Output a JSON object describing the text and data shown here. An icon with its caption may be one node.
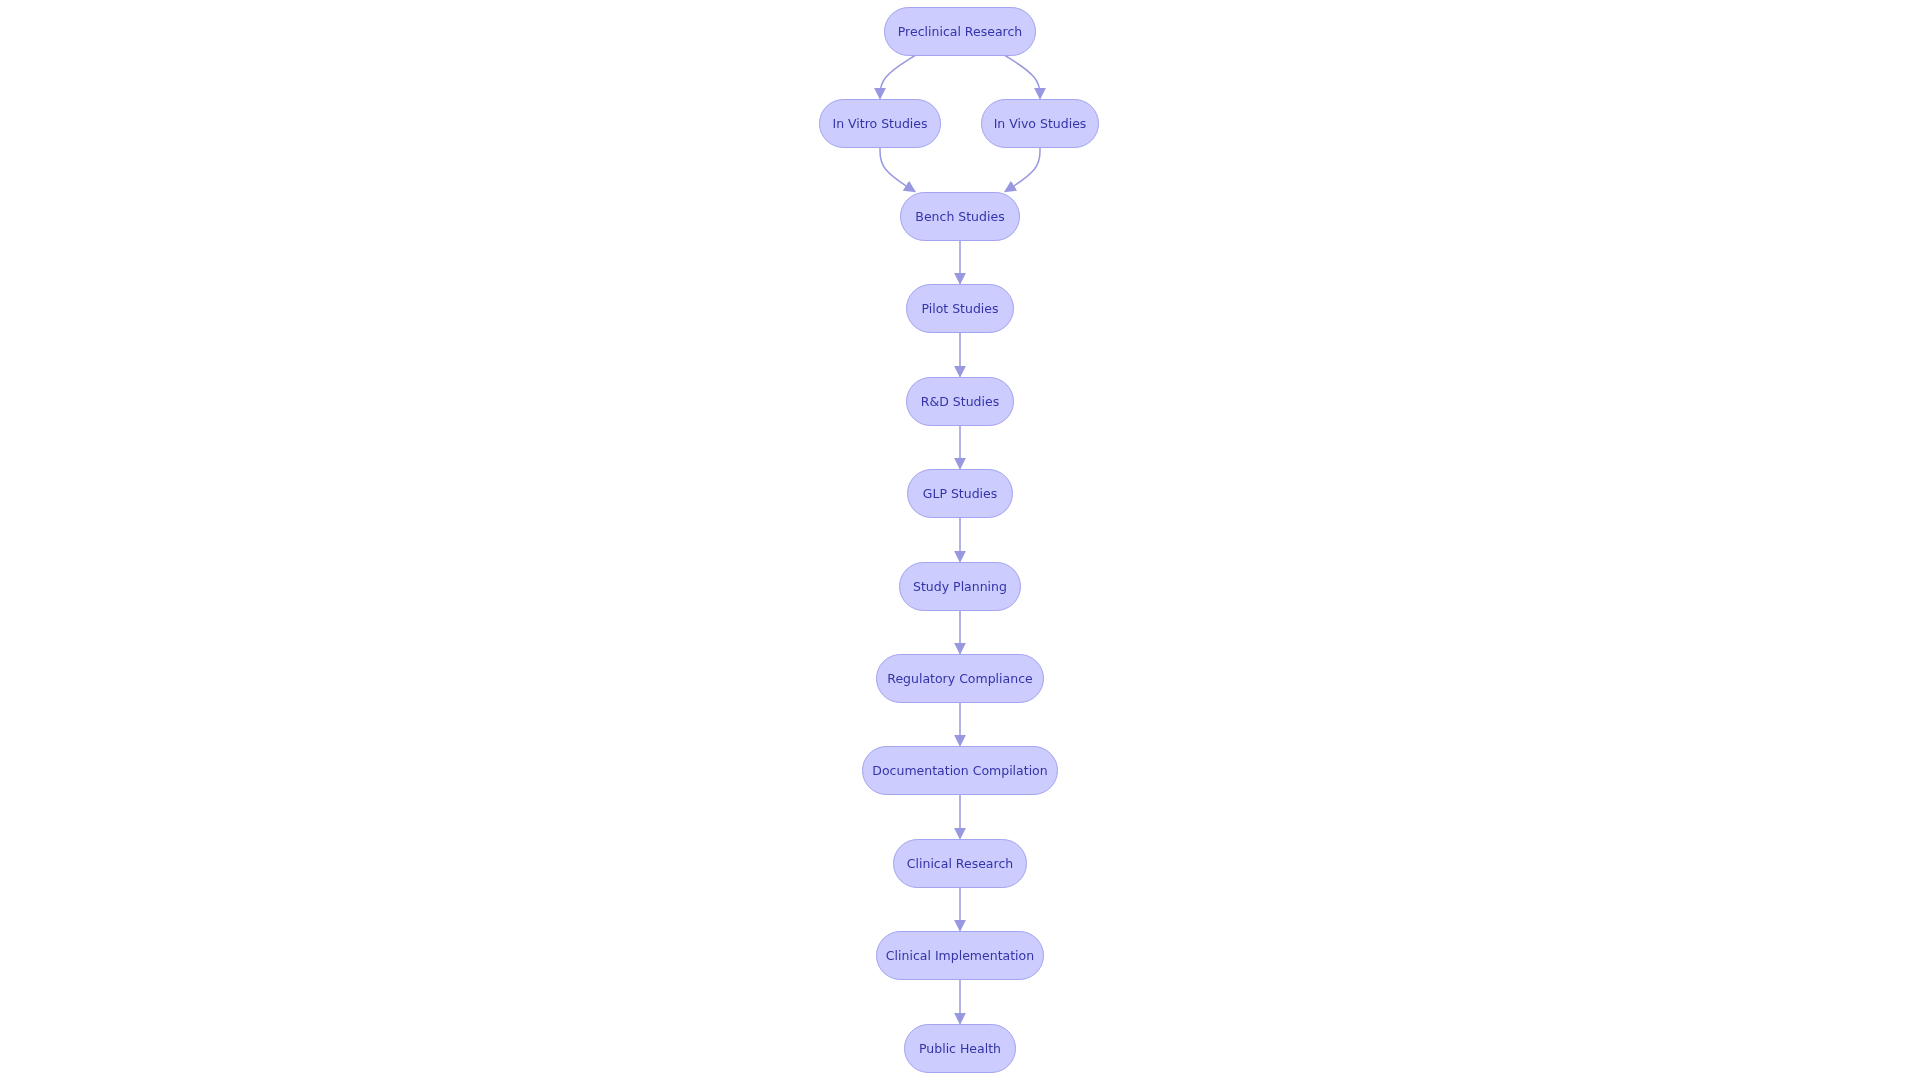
{
  "diagram": {
    "nodes": [
      {
        "text": [
          "Preclinical Research"
        ]
      },
      {
        "text": [
          "In Vitro Studies"
        ]
      },
      {
        "text": [
          "In Vivo Studies"
        ]
      },
      {
        "text": [
          "Bench Studies"
        ]
      },
      {
        "text": [
          "Pilot Studies"
        ]
      },
      {
        "text": [
          "R&D Studies"
        ]
      },
      {
        "text": [
          "GLP Studies"
        ]
      },
      {
        "text": [
          "Study Planning"
        ]
      },
      {
        "text": [
          "Regulatory Compliance"
        ]
      },
      {
        "text": [
          "Documentation Compilation"
        ]
      },
      {
        "text": [
          "Clinical Research"
        ]
      },
      {
        "text": [
          "Clinical Implementation"
        ]
      },
      {
        "text": [
          "Public Health"
        ]
      }
    ],
    "edges": [
      {
        "from": 0,
        "to": 1,
        "arrow": "to"
      },
      {
        "from": 0,
        "to": 2,
        "arrow": "to"
      },
      {
        "from": 1,
        "to": 3,
        "arrow": "to"
      },
      {
        "from": 2,
        "to": 3,
        "arrow": "to"
      },
      {
        "from": 3,
        "to": 4,
        "arrow": "to"
      },
      {
        "from": 4,
        "to": 5,
        "arrow": "to"
      },
      {
        "from": 5,
        "to": 6,
        "arrow": "to"
      },
      {
        "from": 6,
        "to": 7,
        "arrow": "to"
      },
      {
        "from": 7,
        "to": 8,
        "arrow": "to"
      },
      {
        "from": 8,
        "to": 9,
        "arrow": "to"
      },
      {
        "from": 9,
        "to": 10,
        "arrow": "to"
      },
      {
        "from": 10,
        "to": 11,
        "arrow": "to"
      },
      {
        "from": 11,
        "to": 12,
        "arrow": "to"
      }
    ]
  }
}
